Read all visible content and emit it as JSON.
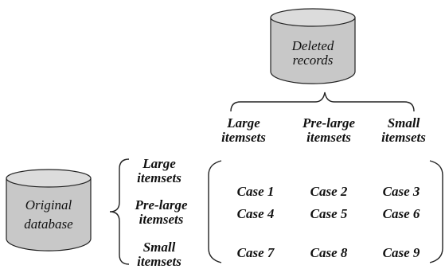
{
  "deleted_db": {
    "line1": "Deleted",
    "line2": "records"
  },
  "original_db": {
    "line1": "Original",
    "line2": "database"
  },
  "top_headers": [
    {
      "line1": "Large",
      "line2": "itemsets"
    },
    {
      "line1": "Pre-large",
      "line2": "itemsets"
    },
    {
      "line1": "Small",
      "line2": "itemsets"
    }
  ],
  "left_headers": [
    {
      "line1": "Large",
      "line2": "itemsets"
    },
    {
      "line1": "Pre-large",
      "line2": "itemsets"
    },
    {
      "line1": "Small",
      "line2": "itemsets"
    }
  ],
  "cases": [
    [
      "Case 1",
      "Case 2",
      "Case 3"
    ],
    [
      "Case 4",
      "Case 5",
      "Case 6"
    ],
    [
      "Case 7",
      "Case 8",
      "Case 9"
    ]
  ],
  "colors": {
    "cylinder_fill": "#c8c8c8",
    "cylinder_top": "#dcdcdc",
    "stroke": "#222222"
  }
}
